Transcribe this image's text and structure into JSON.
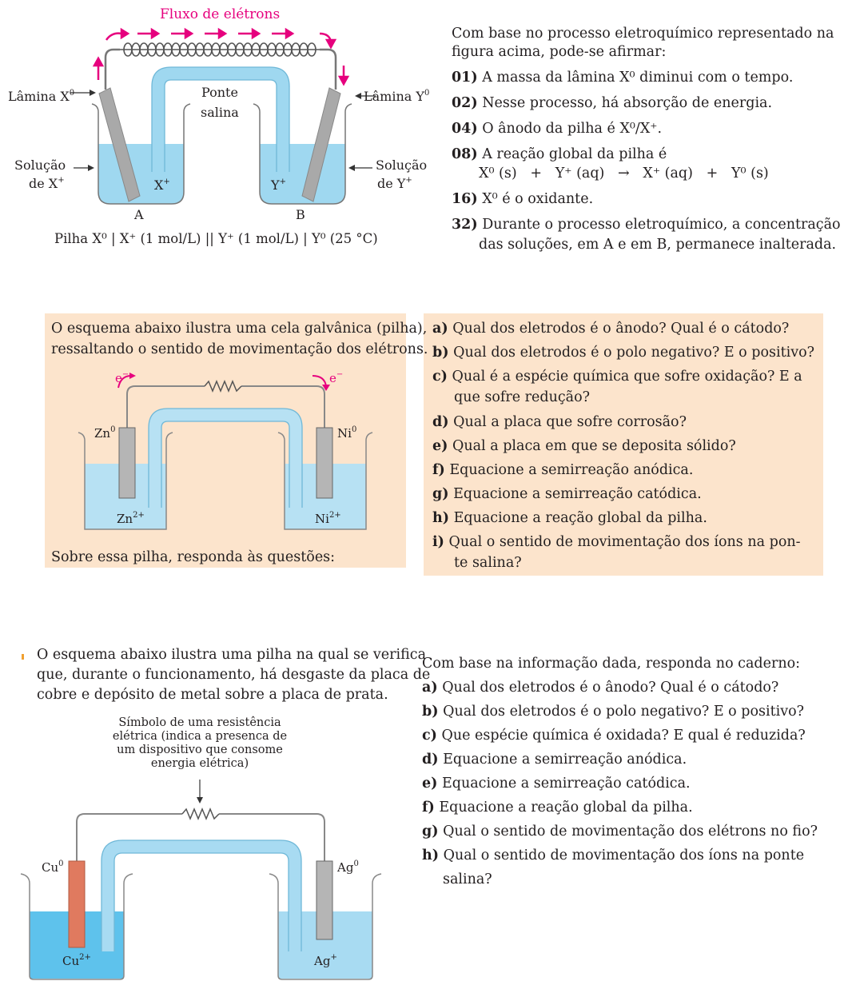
{
  "diagram1": {
    "title": "Fluxo de elétrons",
    "lamina_x": "Lâmina X",
    "lamina_y": "Lâmina Y",
    "ponte": "Ponte",
    "salina": "salina",
    "solucao_left": "Solução",
    "de_x": "de X",
    "solucao_right": "Solução",
    "de_y": "de Y",
    "x_ion": "X",
    "y_ion": "Y",
    "label_a": "A",
    "label_b": "B",
    "caption": "Pilha X⁰ | X⁺ (1 mol/L) || Y⁺ (1 mol/L) | Y⁰ (25 °C)"
  },
  "question1": {
    "intro_1": "Com base no processo eletroquímico representado na",
    "intro_2": "figura acima, pode-se afirmar:",
    "items": [
      {
        "num": "01)",
        "text": "A massa da lâmina X⁰ diminui com o tempo."
      },
      {
        "num": "02)",
        "text": "Nesse processo, há absorção de energia."
      },
      {
        "num": "04)",
        "text": "O ânodo da pilha é X⁰/X⁺."
      },
      {
        "num": "08)",
        "text": "A reação global da pilha é"
      },
      {
        "num": "",
        "text": "X⁰ (s)   +   Y⁺ (aq)   →   X⁺ (aq)   +   Y⁰ (s)"
      },
      {
        "num": "16)",
        "text": "X⁰ é o oxidante."
      },
      {
        "num": "32)",
        "text": "Durante o processo eletroquímico, a concentração"
      },
      {
        "num": "",
        "text": "das soluções, em A e em B, permanece inalterada."
      }
    ]
  },
  "question2": {
    "intro_1": "O esquema abaixo ilustra uma cela galvânica (pilha),",
    "intro_2": "ressaltando o sentido de movimentação dos elétrons.",
    "e_left": "e",
    "e_right": "e",
    "zn0": "Zn",
    "ni0": "Ni",
    "zn2": "Zn",
    "ni2": "Ni",
    "footer": "Sobre essa pilha, responda às questões:",
    "items": [
      {
        "num": "a)",
        "text": "Qual dos eletrodos é o ânodo? Qual é o cátodo?"
      },
      {
        "num": "b)",
        "text": "Qual dos eletrodos é o polo negativo? E o positivo?"
      },
      {
        "num": "c)",
        "text": "Qual é a espécie química que sofre oxidação? E a"
      },
      {
        "num": "",
        "text": "que sofre redução?"
      },
      {
        "num": "d)",
        "text": "Qual a placa que sofre corrosão?"
      },
      {
        "num": "e)",
        "text": "Qual a placa em que se deposita sólido?"
      },
      {
        "num": "f)",
        "text": "Equacione a semirreação anódica."
      },
      {
        "num": "g)",
        "text": "Equacione a semirreação catódica."
      },
      {
        "num": "h)",
        "text": "Equacione a reação global da pilha."
      },
      {
        "num": "i)",
        "text": "Qual o sentido de movimentação dos íons na pon-"
      },
      {
        "num": "",
        "text": "te salina?"
      }
    ]
  },
  "question3": {
    "intro_1": "O esquema abaixo ilustra uma pilha na qual se verifica",
    "intro_2": "que, durante o funcionamento, há desgaste da placa de",
    "intro_3": "cobre e depósito de metal sobre a placa de prata.",
    "res_1": "Símbolo de uma resistência",
    "res_2": "elétrica (indica a presenca de",
    "res_3": "um dispositivo que consome",
    "res_4": "energia elétrica)",
    "cu0": "Cu",
    "ag0": "Ag",
    "cu2": "Cu",
    "ag1": "Ag",
    "heading": "Com base na informação dada, responda no caderno:",
    "items": [
      {
        "num": "a)",
        "text": "Qual dos eletrodos é o ânodo? Qual é o cátodo?"
      },
      {
        "num": "b)",
        "text": "Qual dos eletrodos é o polo negativo? E o positivo?"
      },
      {
        "num": "c)",
        "text": "Que espécie química é oxidada? E qual é reduzida?"
      },
      {
        "num": "d)",
        "text": "Equacione a semirreação anódica."
      },
      {
        "num": "e)",
        "text": "Equacione a semirreação catódica."
      },
      {
        "num": "f)",
        "text": "Equacione a reação global da pilha."
      },
      {
        "num": "g)",
        "text": "Qual o sentido de movimentação dos elétrons no fio?"
      },
      {
        "num": "h)",
        "text": "Qual o sentido de movimentação dos íons na ponte"
      },
      {
        "num": "",
        "text": "salina?"
      }
    ]
  },
  "colors": {
    "electron_arrow": "#e6007e",
    "solution": "#9fd8f0",
    "solution_dark": "#64bfe6",
    "panel": "#fce4cc"
  }
}
